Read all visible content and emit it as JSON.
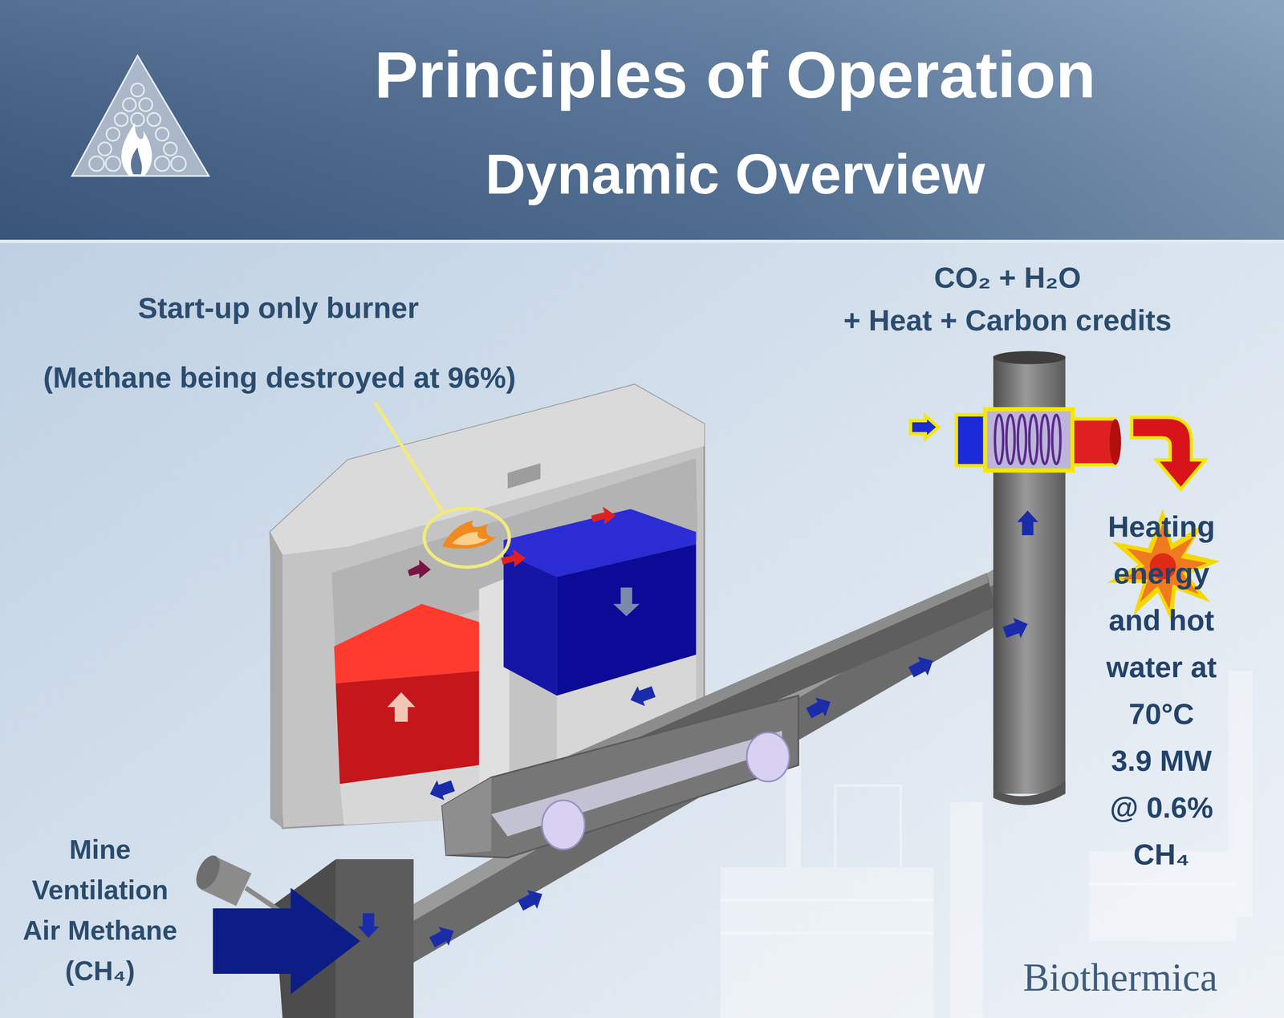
{
  "diagram": {
    "title": "Principles of Operation",
    "labels": [
      "Dynamic Overview",
      "Start-up only burner",
      "(Methane being destroyed at 96%)",
      "CO₂ + H₂O",
      "+ Heat + Carbon credits",
      "Heating energy and hot water at 70°C 3.9 MW @ 0.6% CH₄",
      "Mine Ventilation Air Methane (CH₄)",
      "Biothermica"
    ]
  }
}
